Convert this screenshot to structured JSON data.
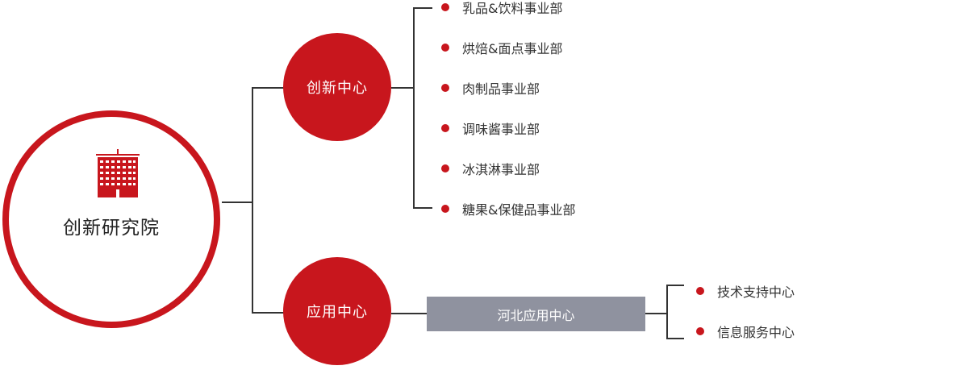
{
  "root": {
    "label": "创新研究院",
    "icon": "building-icon"
  },
  "centers": [
    {
      "label": "创新中心",
      "children": [
        "乳品&饮料事业部",
        "烘焙&面点事业部",
        "肉制品事业部",
        "调味酱事业部",
        "冰淇淋事业部",
        "糖果&保健品事业部"
      ]
    },
    {
      "label": "应用中心",
      "sub": {
        "label": "河北应用中心",
        "children": [
          "技术支持中心",
          "信息服务中心"
        ]
      }
    }
  ],
  "colors": {
    "accent": "#c8161d",
    "gray": "#8f929f",
    "line": "#333333"
  }
}
